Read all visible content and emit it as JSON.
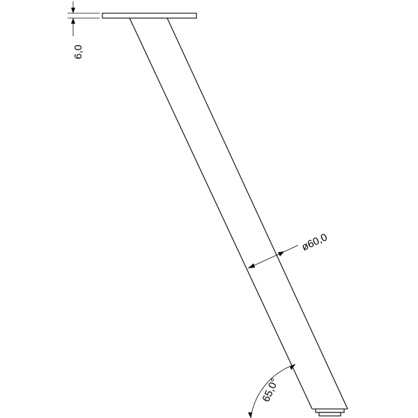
{
  "dimensions": {
    "plate_thickness": "6,0",
    "tube_diameter": "ø60,0",
    "angle": "65,0°"
  },
  "colors": {
    "line": "#000000",
    "background": "#ffffff"
  }
}
